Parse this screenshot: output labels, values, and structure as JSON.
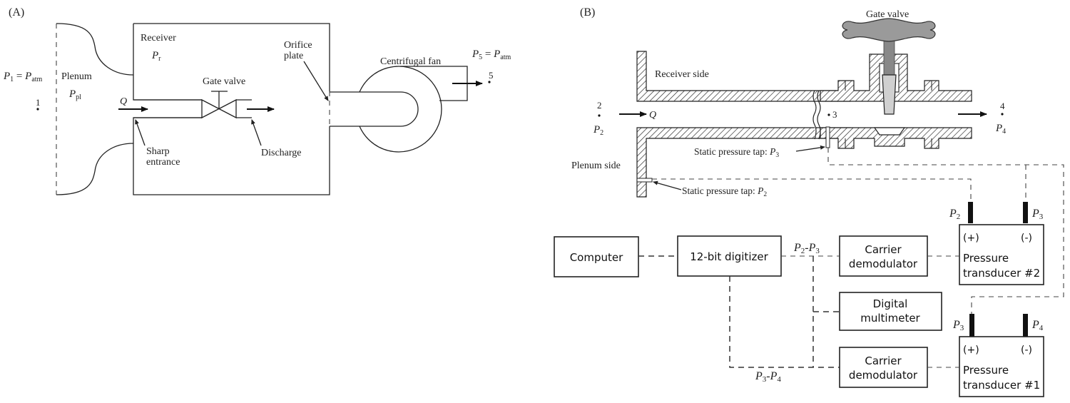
{
  "panel_a": {
    "label": "(A)",
    "p1": {
      "main": "P",
      "sub": "1",
      "eq": " = ",
      "rhs": "P",
      "rhs_sub": "atm"
    },
    "point1": "1",
    "plenum": "Plenum",
    "p_pl": {
      "main": "P",
      "sub": "pl"
    },
    "receiver": "Receiver",
    "p_r": {
      "main": "P",
      "sub": "r"
    },
    "q": "Q",
    "gate_valve": "Gate valve",
    "sharp_entrance_1": "Sharp",
    "sharp_entrance_2": "entrance",
    "discharge": "Discharge",
    "orifice_1": "Orifice",
    "orifice_2": "plate",
    "fan": "Centrifugal fan",
    "p5": {
      "main": "P",
      "sub": "5",
      "eq": " = ",
      "rhs": "P",
      "rhs_sub": "atm"
    },
    "point5": "5"
  },
  "panel_b": {
    "label": "(B)",
    "gate_valve": "Gate valve",
    "receiver_side": "Receiver side",
    "plenum_side": "Plenum side",
    "point2": "2",
    "p2": {
      "main": "P",
      "sub": "2"
    },
    "q": "Q",
    "point3": "3",
    "point4": "4",
    "p4": {
      "main": "P",
      "sub": "4"
    },
    "tap3": {
      "text": "Static pressure tap: ",
      "main": "P",
      "sub": "3"
    },
    "tap2": {
      "text": "Static pressure tap: ",
      "main": "P",
      "sub": "2"
    },
    "blocks": {
      "computer": "Computer",
      "digitizer": "12-bit digitizer",
      "carrier_top_1": "Carrier",
      "carrier_top_2": "demodulator",
      "multimeter_1": "Digital",
      "multimeter_2": "multimeter",
      "carrier_bot_1": "Carrier",
      "carrier_bot_2": "demodulator",
      "t2_plus": "(+)",
      "t2_minus": "(-)",
      "t2_1": "Pressure",
      "t2_2": "transducer #2",
      "t1_plus": "(+)",
      "t1_minus": "(-)",
      "t1_1": "Pressure",
      "t1_2": "transducer #1"
    },
    "sig_p2p3": {
      "a": "P",
      "a_sub": "2",
      "dash": "-",
      "b": "P",
      "b_sub": "3"
    },
    "sig_p3p4": {
      "a": "P",
      "a_sub": "3",
      "dash": "-",
      "b": "P",
      "b_sub": "4"
    },
    "t2_port_left": {
      "main": "P",
      "sub": "2"
    },
    "t2_port_right": {
      "main": "P",
      "sub": "3"
    },
    "t1_port_left": {
      "main": "P",
      "sub": "3"
    },
    "t1_port_right": {
      "main": "P",
      "sub": "4"
    }
  }
}
